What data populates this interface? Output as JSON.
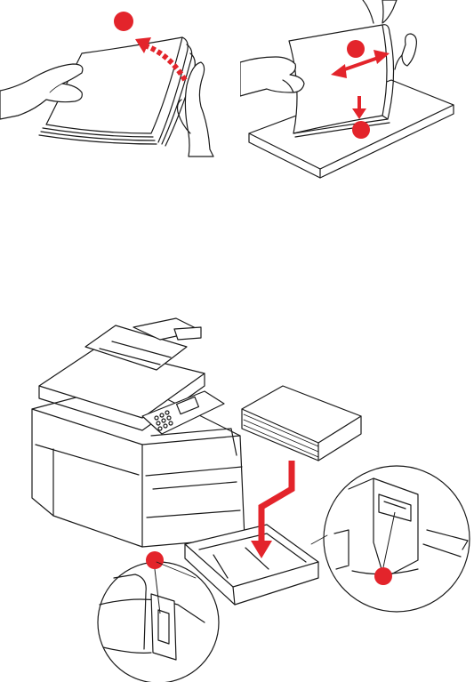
{
  "colors": {
    "accent": "#e3242b",
    "outline": "#1a1a1a",
    "background": "#ffffff"
  },
  "figures": [
    {
      "id": "fan-paper",
      "callouts": [
        "marker-1"
      ]
    },
    {
      "id": "align-stack",
      "callouts": [
        "marker-2",
        "marker-3"
      ]
    },
    {
      "id": "load-tray",
      "callouts": [
        "marker-4",
        "marker-5"
      ]
    }
  ]
}
